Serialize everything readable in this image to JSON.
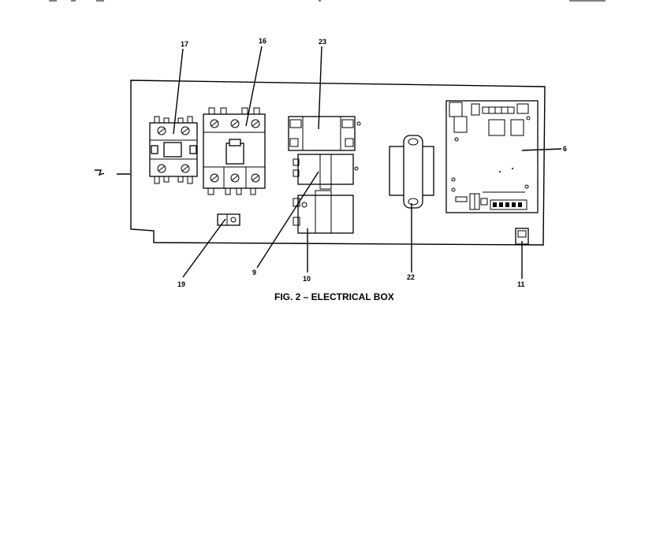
{
  "figure": {
    "caption": "FIG. 2 – ELECTRICAL BOX"
  },
  "callouts": {
    "c17": "17",
    "c16": "16",
    "c23": "23",
    "c6": "6",
    "c19": "19",
    "c9": "9",
    "c10": "10",
    "c22": "22",
    "c11": "11"
  }
}
